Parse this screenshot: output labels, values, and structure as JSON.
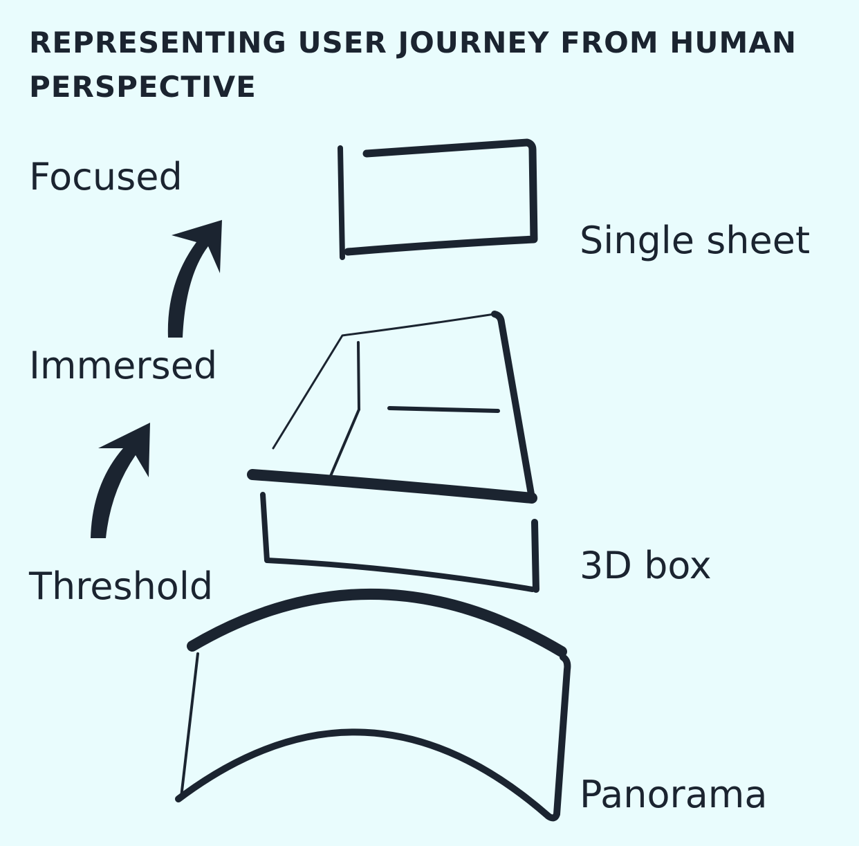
{
  "title": "REPRESENTING USER JOURNEY FROM HUMAN PERSPECTIVE",
  "colors": {
    "background": "#E9FCFD",
    "ink": "#1B2430"
  },
  "journey_stages": [
    {
      "label": "Focused"
    },
    {
      "label": "Immersed"
    },
    {
      "label": "Threshold"
    }
  ],
  "forms": [
    {
      "label": "Single sheet",
      "icon": "single-sheet-drawing"
    },
    {
      "label": "3D box",
      "icon": "3d-box-drawing"
    },
    {
      "label": "Panorama",
      "icon": "panorama-drawing"
    }
  ],
  "arrows": [
    {
      "name": "arrow-up-icon",
      "from": "Immersed",
      "to": "Focused"
    },
    {
      "name": "arrow-up-icon",
      "from": "Threshold",
      "to": "Immersed"
    }
  ]
}
